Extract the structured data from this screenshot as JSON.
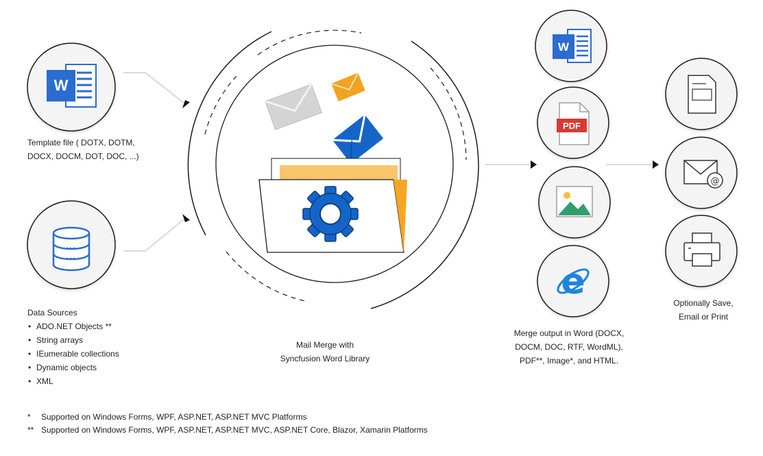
{
  "template": {
    "lines": [
      "Template file ( DOTX, DOTM,",
      "DOCX, DOCM, DOT, DOC, ...)"
    ]
  },
  "data_sources": {
    "title": "Data Sources",
    "items": [
      "ADO.NET Objects **",
      "String arrays",
      "IEumerable collections",
      "Dynamic objects",
      "XML"
    ]
  },
  "mail_merge": {
    "lines": [
      "Mail Merge with",
      "Syncfusion Word Library"
    ]
  },
  "merge_output": {
    "lines": [
      "Merge output in Word (DOCX,",
      "DOCM, DOC, RTF, WordML),",
      "PDF**, Image*, and HTML."
    ]
  },
  "save": {
    "lines": [
      "Optionally Save,",
      "Email or Print"
    ]
  },
  "icons": {
    "word_letter": "W",
    "pdf_text": "PDF"
  },
  "footnotes": [
    {
      "mark": "*",
      "text": "Supported on Windows Forms, WPF, ASP.NET, ASP.NET MVC Platforms"
    },
    {
      "mark": "**",
      "text": "Supported on Windows Forms, WPF, ASP.NET, ASP.NET MVC, ASP.NET Core, Blazor, Xamarin Platforms"
    }
  ],
  "colors": {
    "word_blue": "#2b6cd0",
    "envelope_orange": "#f2a321",
    "folder_orange": "#f6a623",
    "gear_blue": "#1565c8",
    "pdf_red": "#d83a33",
    "image_green": "#2fa06d",
    "image_sun": "#f1c232",
    "ie_blue": "#1d84e0",
    "circle_fill": "#f4f4f4",
    "circle_stroke": "#1a1a1a",
    "connector": "#d9d9d9"
  }
}
